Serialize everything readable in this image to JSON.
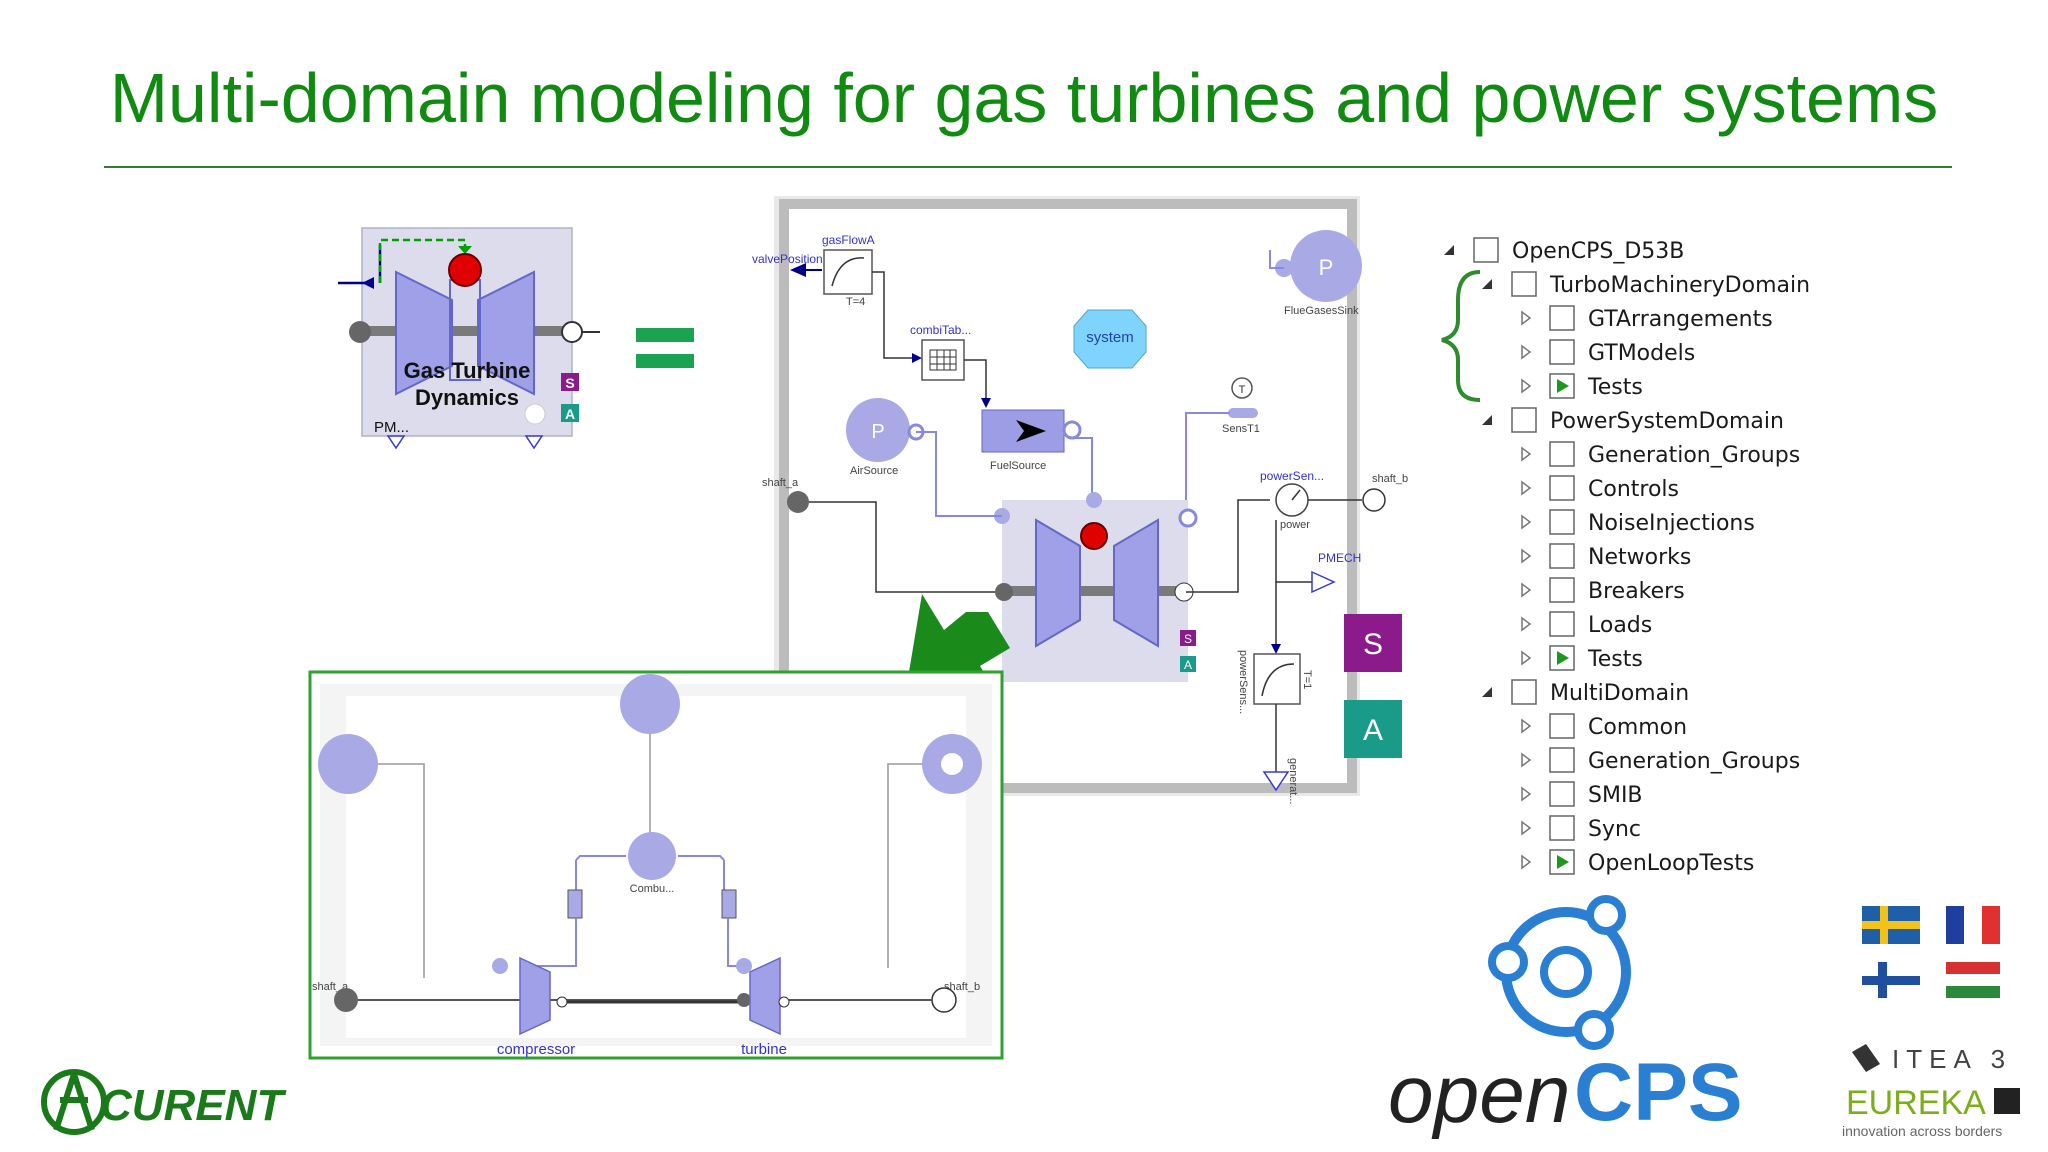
{
  "slide": {
    "title": "Multi-domain modeling for gas turbines and power systems",
    "accent_color": "#118a11"
  },
  "icon_block": {
    "label_line1": "Gas Turbine",
    "label_line2": "Dynamics",
    "pm_label": "PM...",
    "badge_s": "S",
    "badge_a": "A"
  },
  "equals_symbol": "=",
  "main_diagram": {
    "labels": {
      "gas_flow": "gasFlowA",
      "valve_position": "valvePosition",
      "t4": "T=4",
      "combi_tab": "combiTab...",
      "system": "system",
      "flue_gases_sink": "FlueGasesSink",
      "air_source": "AirSource",
      "fuel_source": "FuelSource",
      "sens_t1": "SensT1",
      "shaft_a": "shaft_a",
      "shaft_b": "shaft_b",
      "power_sensor": "powerSen...",
      "power": "power",
      "pmech": "PMECH",
      "power_sens2": "powerSens...",
      "t1": "T=1",
      "generator": "generat...",
      "p_letter": "P",
      "t_letter": "T",
      "s_small": "S",
      "a_small": "A"
    },
    "big_s": "S",
    "big_a": "A"
  },
  "detail_diagram": {
    "labels": {
      "shaft_a": "shaft_a",
      "shaft_b": "shaft_b",
      "compressor": "compressor",
      "turbine": "turbine",
      "combustor": "Combu..."
    }
  },
  "tree": {
    "items": [
      {
        "label": "OpenCPS_D53B",
        "level": 0,
        "expander": "open",
        "icon": "box"
      },
      {
        "label": "TurboMachineryDomain",
        "level": 1,
        "expander": "open",
        "icon": "box"
      },
      {
        "label": "GTArrangements",
        "level": 2,
        "expander": "closed",
        "icon": "box"
      },
      {
        "label": "GTModels",
        "level": 2,
        "expander": "closed",
        "icon": "box"
      },
      {
        "label": "Tests",
        "level": 2,
        "expander": "closed",
        "icon": "play"
      },
      {
        "label": "PowerSystemDomain",
        "level": 1,
        "expander": "open",
        "icon": "box"
      },
      {
        "label": "Generation_Groups",
        "level": 2,
        "expander": "closed",
        "icon": "box"
      },
      {
        "label": "Controls",
        "level": 2,
        "expander": "closed",
        "icon": "box"
      },
      {
        "label": "NoiseInjections",
        "level": 2,
        "expander": "closed",
        "icon": "box"
      },
      {
        "label": "Networks",
        "level": 2,
        "expander": "closed",
        "icon": "box"
      },
      {
        "label": "Breakers",
        "level": 2,
        "expander": "closed",
        "icon": "box"
      },
      {
        "label": "Loads",
        "level": 2,
        "expander": "closed",
        "icon": "box"
      },
      {
        "label": "Tests",
        "level": 2,
        "expander": "closed",
        "icon": "play"
      },
      {
        "label": "MultiDomain",
        "level": 1,
        "expander": "open",
        "icon": "box"
      },
      {
        "label": "Common",
        "level": 2,
        "expander": "closed",
        "icon": "box"
      },
      {
        "label": "Generation_Groups",
        "level": 2,
        "expander": "closed",
        "icon": "box"
      },
      {
        "label": "SMIB",
        "level": 2,
        "expander": "closed",
        "icon": "box"
      },
      {
        "label": "Sync",
        "level": 2,
        "expander": "closed",
        "icon": "box"
      },
      {
        "label": "OpenLoopTests",
        "level": 2,
        "expander": "closed",
        "icon": "play"
      }
    ]
  },
  "logos": {
    "curent": "CURENT",
    "opencps_open": "open",
    "opencps_cps": "CPS",
    "itea": "ITEA 3",
    "eureka": "EUREKA",
    "eureka_tagline": "innovation across borders"
  }
}
